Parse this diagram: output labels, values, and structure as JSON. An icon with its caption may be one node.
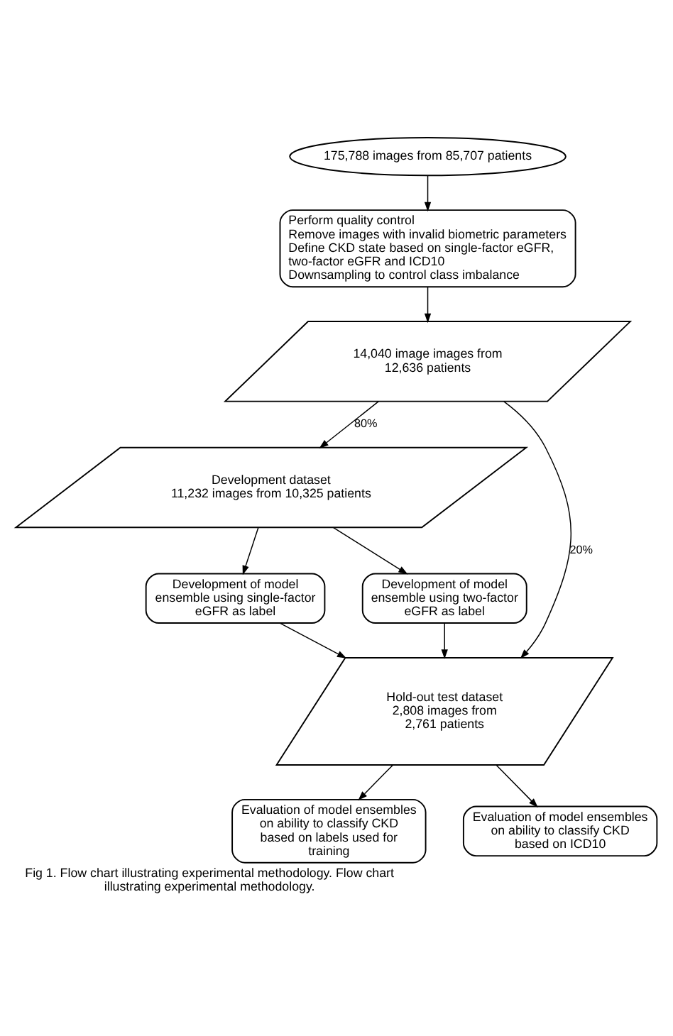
{
  "diagram": {
    "caption": "Fig 1. Flow chart illustrating experimental methodology. Flow chart illustrating experimental methodology.",
    "nodes": [
      {
        "text": [
          "175,788 images from 85,707 patients"
        ]
      },
      {
        "text": [
          "Perform quality control",
          "Remove images with invalid biometric parameters",
          "Define CKD state based on single-factor eGFR, two-factor eGFR and ICD10",
          "Downsampling to control class imbalance"
        ]
      },
      {
        "text": [
          "14,040 image images from 12,636 patients"
        ]
      },
      {
        "text": [
          "Development dataset",
          "11,232 images from 10,325 patients"
        ]
      },
      {
        "text": [
          "Development of model ensemble using single-factor eGFR as label"
        ]
      },
      {
        "text": [
          "Development of model ensemble using two-factor eGFR as label"
        ]
      },
      {
        "text": [
          "Hold-out test dataset",
          "2,808 images from 2,761 patients"
        ]
      },
      {
        "text": [
          "Evaluation of model ensembles on ability to classify CKD based on labels used for training"
        ]
      },
      {
        "text": [
          "Evaluation of model ensembles on ability to classify CKD based on ICD10"
        ]
      }
    ],
    "edges": [
      {
        "from": 0,
        "to": 1,
        "arrow": "to"
      },
      {
        "from": 1,
        "to": 2,
        "arrow": "to"
      },
      {
        "from": 2,
        "to": 3,
        "arrow": "to",
        "label": "80%"
      },
      {
        "from": 3,
        "to": 4,
        "arrow": "to"
      },
      {
        "from": 3,
        "to": 5,
        "arrow": "to"
      },
      {
        "from": 4,
        "to": 6,
        "arrow": "to"
      },
      {
        "from": 5,
        "to": 6,
        "arrow": "to"
      },
      {
        "from": 2,
        "to": 6,
        "arrow": "to",
        "label": "20%"
      },
      {
        "from": 6,
        "to": 7,
        "arrow": "to"
      },
      {
        "from": 6,
        "to": 8,
        "arrow": "to"
      }
    ]
  }
}
